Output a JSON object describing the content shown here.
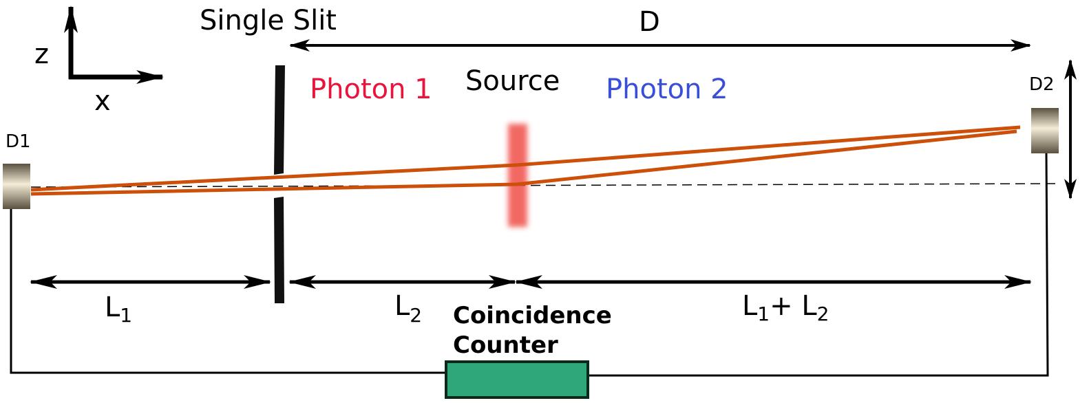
{
  "labels": {
    "slit": "Single Slit",
    "distance": "D",
    "axis_z": "z",
    "axis_x": "x",
    "photon1": "Photon 1",
    "source": "Source",
    "photon2": "Photon 2",
    "detector1": "D1",
    "detector2": "D2",
    "counter_line1": "Coincidence",
    "counter_line2": "Counter",
    "l1_main": "L",
    "l1_sub": "1",
    "l2_main": "L",
    "l2_sub": "2",
    "sum_a_main": "L",
    "sum_a_sub": "1",
    "sum_plus": "+ L",
    "sum_b_sub": "2"
  },
  "colors": {
    "photon1": "#e8143c",
    "photon2": "#3a4fd8",
    "beam": "#cc4f0a",
    "source_glow": "#f0504a",
    "counter_fill": "#2fa77a",
    "counter_stroke": "#0a2a1a",
    "detector": "#c9b99a"
  },
  "icons": {
    "axes": "xz-axes-icon",
    "detector": "detector-icon"
  }
}
